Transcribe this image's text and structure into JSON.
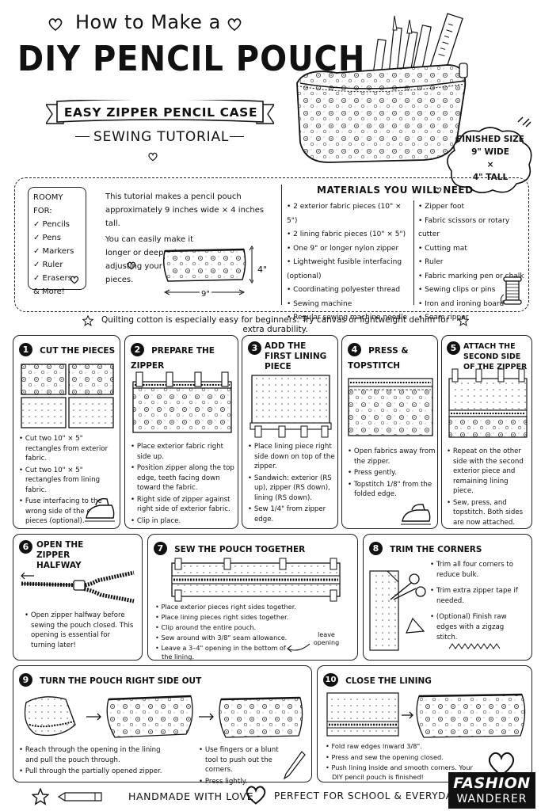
{
  "header": {
    "title_small": "How to Make a",
    "title_big": "DIY PENCIL POUCH",
    "ribbon": "EASY ZIPPER PENCIL CASE",
    "subtitle": "SEWING TUTORIAL"
  },
  "finished_size": {
    "label": "FINISHED SIZE",
    "width": "9\" WIDE",
    "x": "×",
    "height": "4\" TALL"
  },
  "roomy": {
    "title": "ROOMY FOR:",
    "items": [
      "✓ Pencils",
      "✓ Pens",
      "✓ Markers",
      "✓ Ruler",
      "✓ Erasers",
      "& More!"
    ]
  },
  "intro": {
    "line1": "This tutorial makes a pencil pouch approximately 9 inches wide × 4 inches tall.",
    "line2": "You can easily make it longer or deeper by adjusting your fabric pieces.",
    "dim_height": "4\"",
    "dim_width": "9\""
  },
  "materials": {
    "title": "MATERIALS YOU WILL NEED",
    "col1": [
      "2 exterior fabric pieces (10\" × 5\")",
      "2 lining fabric pieces (10\" × 5\")",
      "One 9\" or longer nylon zipper",
      "Lightweight fusible interfacing (optional)",
      "Coordinating polyester thread",
      "Sewing machine",
      "Regular sewing machine needle"
    ],
    "col2": [
      "Zipper foot",
      "Fabric scissors or rotary cutter",
      "Cutting mat",
      "Ruler",
      "Fabric marking pen or chalk",
      "Sewing clips or pins",
      "Iron and ironing board",
      "Seam ripper"
    ]
  },
  "tip": "Quilting cotton is especially easy for beginners. Try canvas or lightweight denim for extra durability.",
  "steps": [
    {
      "num": "1",
      "title": "CUT THE PIECES",
      "bullets": [
        "Cut two 10\" × 5\" rectangles from exterior fabric.",
        "Cut two 10\" × 5\" rectangles from lining fabric.",
        "Fuse interfacing to the wrong side of the exterior pieces (optional)."
      ]
    },
    {
      "num": "2",
      "title": "PREPARE THE ZIPPER",
      "bullets": [
        "Place exterior fabric right side up.",
        "Position zipper along the top edge, teeth facing down toward the fabric.",
        "Right side of zipper against right side of exterior fabric.",
        "Clip in place."
      ]
    },
    {
      "num": "3",
      "title": "ADD THE FIRST LINING PIECE",
      "bullets": [
        "Place lining piece right side down on top of the zipper.",
        "Sandwich: exterior (RS up), zipper (RS down), lining (RS down).",
        "Sew 1/4\" from zipper edge."
      ]
    },
    {
      "num": "4",
      "title": "PRESS & TOPSTITCH",
      "bullets": [
        "Open fabrics away from the zipper.",
        "Press gently.",
        "Topstitch 1/8\" from the folded edge."
      ]
    },
    {
      "num": "5",
      "title": "ATTACH THE SECOND SIDE OF THE ZIPPER",
      "bullets": [
        "Repeat on the other side with the second exterior piece and remaining lining piece.",
        "Sew, press, and topstitch. Both sides are now attached."
      ]
    },
    {
      "num": "6",
      "title": "OPEN THE ZIPPER HALFWAY",
      "bullets": [
        "Open zipper halfway before sewing the pouch closed. This opening is essential for turning later!"
      ]
    },
    {
      "num": "7",
      "title": "SEW THE POUCH TOGETHER",
      "bullets": [
        "Place exterior pieces right sides together.",
        "Place lining pieces right sides together.",
        "Clip around the entire pouch.",
        "Sew around with 3/8\" seam allowance.",
        "Leave a 3–4\" opening in the bottom of the lining."
      ],
      "note": "leave opening"
    },
    {
      "num": "8",
      "title": "TRIM THE CORNERS",
      "bullets": [
        "Trim all four corners to reduce bulk.",
        "Trim extra zipper tape if needed.",
        "(Optional) Finish raw edges with a zigzag stitch."
      ]
    },
    {
      "num": "9",
      "title": "TURN THE POUCH RIGHT SIDE OUT",
      "bullets": [
        "Reach through the opening in the lining and pull the pouch through.",
        "Pull through the partially opened zipper."
      ],
      "bullets2": [
        "Use fingers or a blunt tool to push out the corners.",
        "Press lightly."
      ]
    },
    {
      "num": "10",
      "title": "CLOSE THE LINING",
      "bullets": [
        "Fold raw edges inward 3/8\".",
        "Press and sew the opening closed.",
        "Push lining inside and smooth corners. Your DIY pencil pouch is finished!"
      ]
    }
  ],
  "footer": {
    "left": "HANDMADE WITH LOVE",
    "right": "PERFECT FOR SCHOOL & EVERYDAY!",
    "logo_top": "FASHION",
    "logo_bottom": "WANDERER"
  },
  "icons": [
    "heart-icon",
    "star-icon",
    "pencil-icon",
    "iron-icon",
    "thread-spool-icon",
    "scissors-icon",
    "zipper-icon"
  ]
}
